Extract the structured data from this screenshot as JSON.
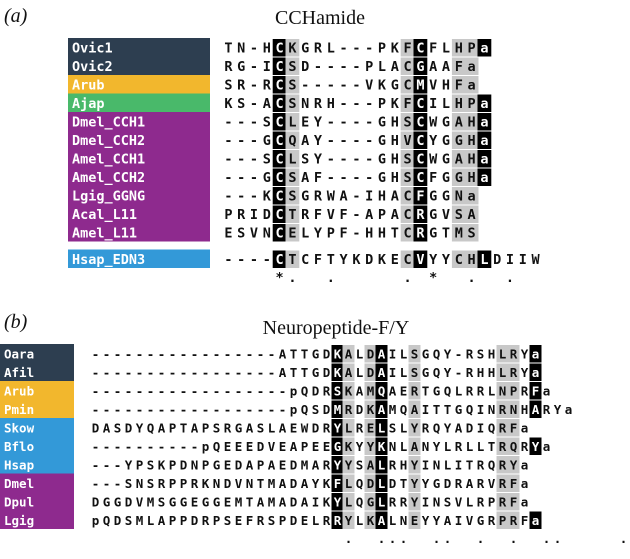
{
  "panel_a": {
    "label": "(a)",
    "title": "CCHamide",
    "rows": [
      {
        "name": "Ovic1",
        "seq": "TN-HCKGRL---PKFCFLHPa",
        "group": "navy"
      },
      {
        "name": "Ovic2",
        "seq": "RG-ICSD----PLACGAAFa",
        "group": "navy"
      },
      {
        "name": "Arub",
        "seq": "SR-RCS-----VKGCMVHFa",
        "group": "yellow"
      },
      {
        "name": "Ajap",
        "seq": "KS-ACSNRH---PKFCILHPa",
        "group": "green"
      },
      {
        "name": "Dmel_CCH1",
        "seq": "---SCLEY----GHSCWGAHa",
        "group": "purple"
      },
      {
        "name": "Dmel_CCH2",
        "seq": "---GCQAY----GHVCYGGHa",
        "group": "purple"
      },
      {
        "name": "Amel_CCH1",
        "seq": "---SCLSY----GHSCWGAHa",
        "group": "purple"
      },
      {
        "name": "Amel_CCH2",
        "seq": "---GCSAF----GHSCFGGHa",
        "group": "purple"
      },
      {
        "name": "Lgig_GGNG",
        "seq": "---KCSGRWA-IHACFGGNa",
        "group": "purple"
      },
      {
        "name": "Acal_L11",
        "seq": "PRIDCTRFVF-APACRGVSA",
        "group": "purple"
      },
      {
        "name": "Amel_L11",
        "seq": "ESVNCELYPF-HHTCRGTMS",
        "group": "purple"
      },
      {
        "name": "Hsap_EDN3",
        "seq": "----CTCFTYKDKECVYYCHLDIIW",
        "group": "blue"
      }
    ],
    "black_cols": [
      4,
      15,
      20
    ],
    "gray_cols": [
      5,
      14,
      18,
      19
    ],
    "consensus": "    *.  .     . *  .  .  "
  },
  "panel_b": {
    "label": "(b)",
    "title": "Neuropeptide-F/Y",
    "rows": [
      {
        "name": "Oara",
        "seq": "-----------------ATTGDKALDAILSGQY-RSHLRYa",
        "group": "navy"
      },
      {
        "name": "Afil",
        "seq": "-----------------ATTGDKALDAILSGQY-RHHLRYa",
        "group": "navy"
      },
      {
        "name": "Arub",
        "seq": "------------------pQDRSKAMQAERTGQLRRLNPRFa",
        "group": "yellow"
      },
      {
        "name": "Pmin",
        "seq": "------------------pQSDMRDKAMQAITTGQINRNHARYa",
        "group": "yellow"
      },
      {
        "name": "Skow",
        "seq": "DASDYQAPTAPSRGASLAEWDRYLRELSLYRQYADIQRFa",
        "group": "blue"
      },
      {
        "name": "Bflo",
        "seq": "----------pQEEEDVEAPEEGKYYKNLANYLRLLTRQRYa",
        "group": "blue"
      },
      {
        "name": "Hsap",
        "seq": "---YPSKPDNPGEDAPAEDMARYYSALRHYINLITRQRYa",
        "group": "blue"
      },
      {
        "name": "Dmel",
        "seq": "---SNSRPPRKNDVNTMADAYKFLQDLDTYYGDRARVRFa",
        "group": "purple"
      },
      {
        "name": "Dpul",
        "seq": "DGGDVMSGGEGGEMTAMADAIKYLQGLRRYINSVLRPRFa",
        "group": "purple"
      },
      {
        "name": "Lgig",
        "seq": "pQDSMLAPPDRPSEFRSPDELRRYLKALNEYYAIVGRPRFa",
        "group": "purple"
      }
    ],
    "black_cols": [
      22,
      26,
      40
    ],
    "gray_cols": [
      23,
      25,
      29,
      37,
      38
    ],
    "consensus": "                       .  ...  ..  .  .  ..     .*.*"
  },
  "colors": {
    "navy": "#2d3e50",
    "yellow": "#f2b72d",
    "green": "#49b96a",
    "purple": "#8e2a8e",
    "blue": "#3399d8",
    "black_cell": "#000000",
    "gray_cell": "#c8c8c8",
    "text": "#111111"
  }
}
